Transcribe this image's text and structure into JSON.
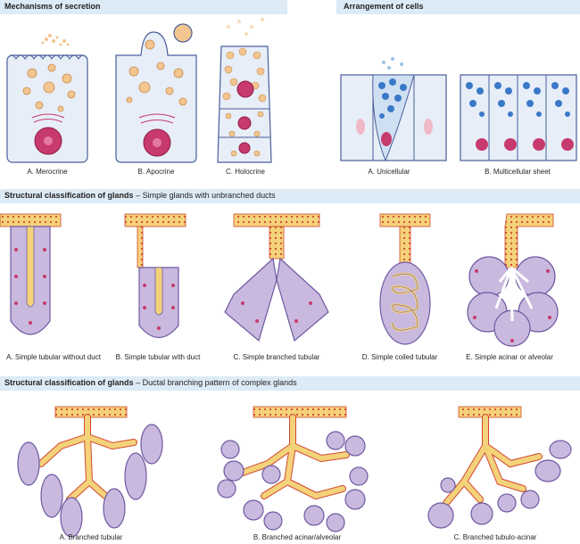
{
  "sections": {
    "secretion": {
      "title": "Mechanisms of secretion"
    },
    "arrangement": {
      "title": "Arrangement of cells"
    },
    "simple": {
      "title": "Structural classification of glands",
      "subtitle": "– Simple glands with unbranched ducts"
    },
    "complex": {
      "title": "Structural classification of glands",
      "subtitle": "– Ductal branching pattern of complex glands"
    }
  },
  "captions": {
    "merocrine": "A. Merocrine",
    "apocrine": "B. Apocrine",
    "holocrine": "C. Holocrine",
    "unicellular": "A. Unicellular",
    "multicellular": "B. Multicellular sheet",
    "simple_tubular_no_duct": "A. Simple tubular without duct",
    "simple_tubular_duct": "B. Simple tubular with duct",
    "simple_branched": "C. Simple branched tubular",
    "simple_coiled": "D. Simple coiled tubular",
    "simple_acinar": "E. Simple acinar or alveolar",
    "branched_tubular": "A. Branched tubular",
    "branched_acinar": "B. Branched acinar/alveolar",
    "branched_tubulo": "C. Branched tubulo-acinar"
  },
  "colors": {
    "band": "#dcebf5",
    "cell_fill": "#e7eef8",
    "cell_line": "#4a5e9a",
    "granule": "#f3c58f",
    "granule_line": "#c98a49",
    "nucleus": "#c73a6e",
    "gland_fill": "#c9b9de",
    "gland_line": "#6e5aa2",
    "duct_cells": "#f4d27a",
    "duct_line": "#d0472f",
    "blue_granule": "#3a79c8"
  }
}
